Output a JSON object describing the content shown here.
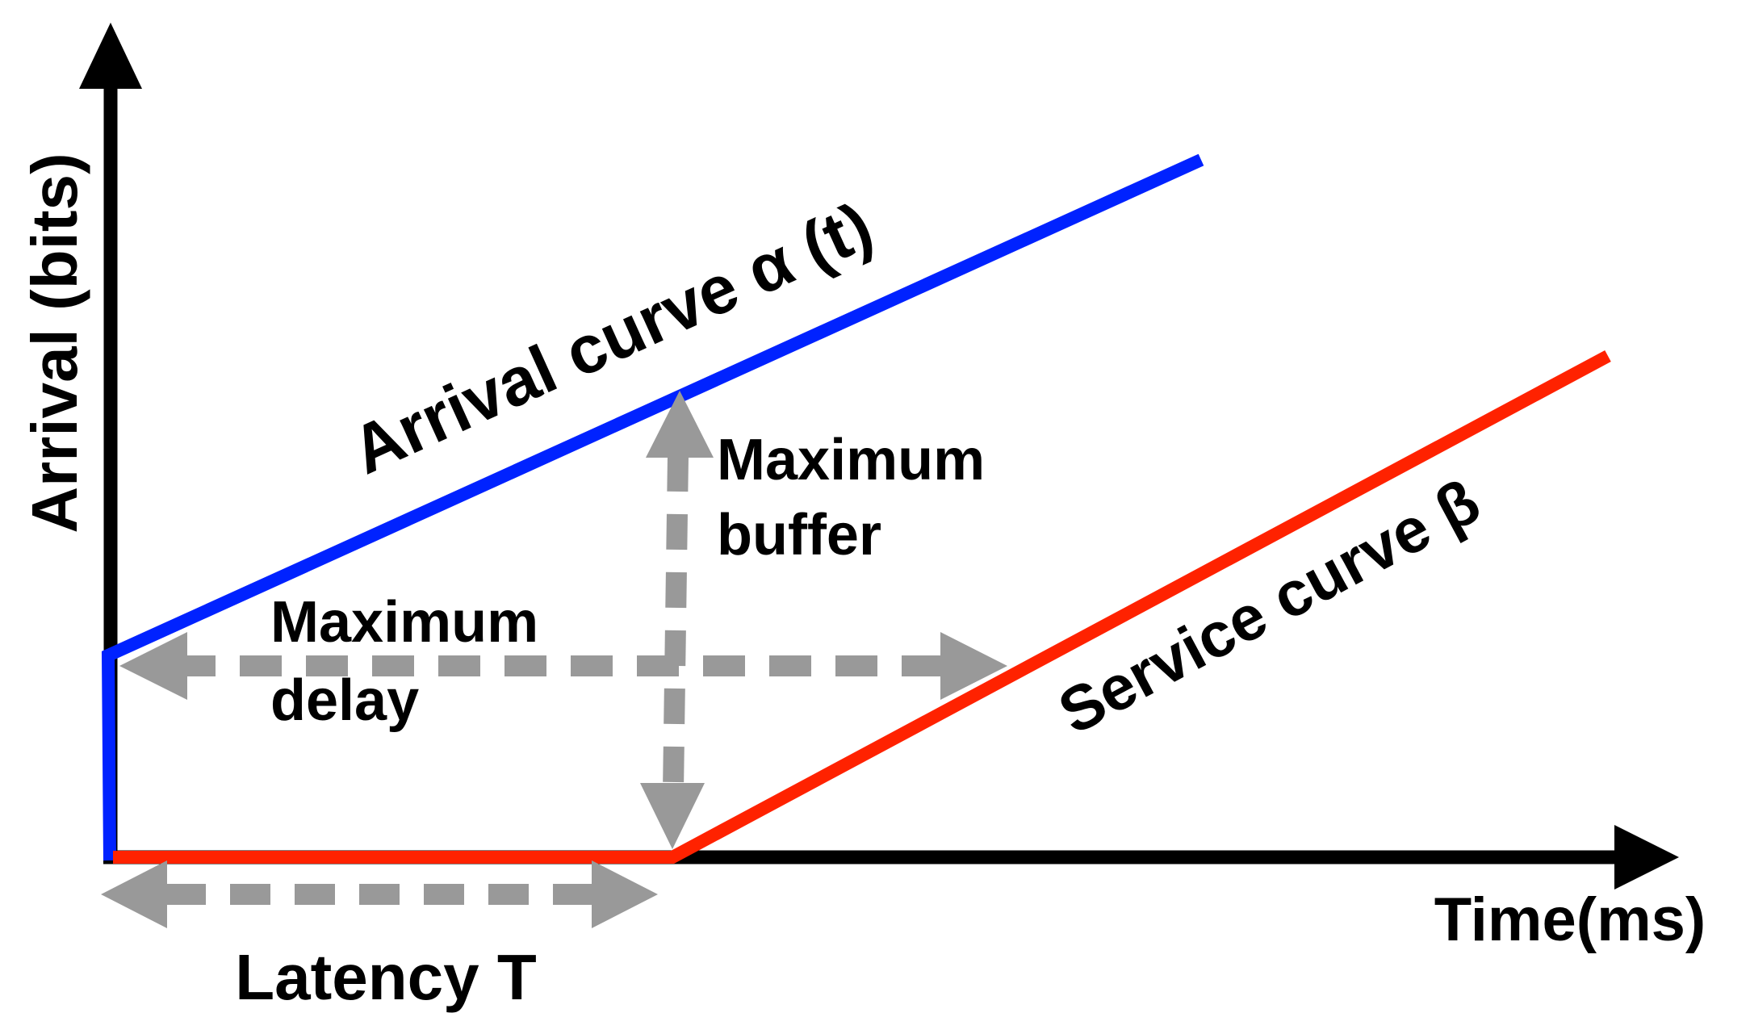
{
  "axes": {
    "y_label": "Arrival (bits)",
    "x_label": "Time(ms)"
  },
  "curves": {
    "arrival_label": "Arrival curve α (t)",
    "service_label": "Service curve β"
  },
  "annotations": {
    "max_buffer_line1": "Maximum",
    "max_buffer_line2": "buffer",
    "max_delay_line1": "Maximum",
    "max_delay_line2": "delay",
    "latency": "Latency T"
  },
  "colors": {
    "axis": "#000000",
    "arrival_curve": "#0022ff",
    "service_curve": "#ff2200",
    "annotation_arrow": "#999999"
  }
}
